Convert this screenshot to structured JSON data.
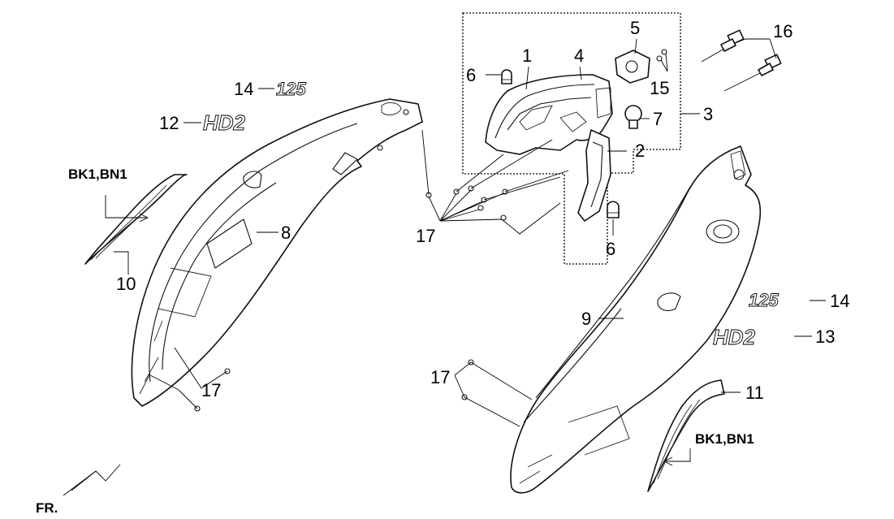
{
  "labels": {
    "n1": "1",
    "n2": "2",
    "n3": "3",
    "n4": "4",
    "n5": "5",
    "n6a": "6",
    "n6b": "6",
    "n7": "7",
    "n8": "8",
    "n9": "9",
    "n10": "10",
    "n11": "11",
    "n12": "12",
    "n13": "13",
    "n14a": "14",
    "n14b": "14",
    "n15": "15",
    "n16": "16",
    "n17a": "17",
    "n17b": "17",
    "n17c": "17"
  },
  "color_codes": {
    "left": "BK1,BN1",
    "right": "BK1,BN1"
  },
  "emblems": {
    "left_125": "125",
    "right_125": "125",
    "left_model": "HD2",
    "right_model": "HD2"
  },
  "front_marker": "FR."
}
